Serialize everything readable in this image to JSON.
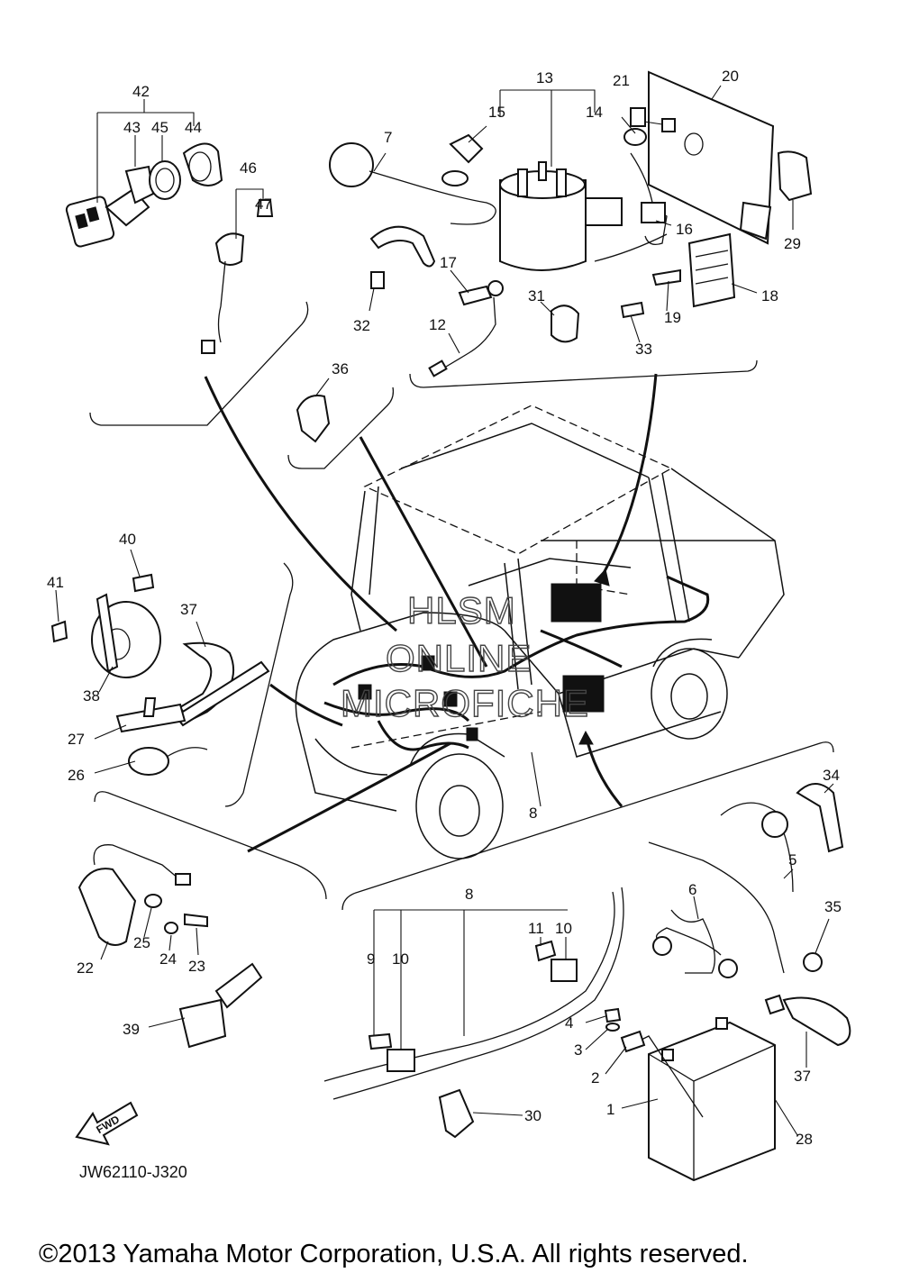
{
  "diagram": {
    "watermark": [
      "HLSM",
      "ONLINE",
      "MICROFICHE"
    ],
    "drawing_code": "JW62110-J320",
    "fwd_label": "FWD",
    "copyright": "©2013 Yamaha Motor Corporation, U.S.A. All rights reserved.",
    "callouts": {
      "p1": "1",
      "p2": "2",
      "p3": "3",
      "p4": "4",
      "p5": "5",
      "p6": "6",
      "p7": "7",
      "p8a": "8",
      "p8b": "8",
      "p9": "9",
      "p10a": "10",
      "p10b": "10",
      "p11": "11",
      "p12": "12",
      "p13": "13",
      "p14": "14",
      "p15": "15",
      "p16": "16",
      "p17": "17",
      "p18": "18",
      "p19": "19",
      "p20": "20",
      "p21": "21",
      "p22": "22",
      "p23": "23",
      "p24": "24",
      "p25": "25",
      "p26": "26",
      "p27": "27",
      "p28": "28",
      "p29": "29",
      "p30": "30",
      "p31": "31",
      "p32": "32",
      "p33": "33",
      "p34": "34",
      "p35": "35",
      "p36": "36",
      "p37a": "37",
      "p37b": "37",
      "p38": "38",
      "p39": "39",
      "p40": "40",
      "p41": "41",
      "p42": "42",
      "p43": "43",
      "p44": "44",
      "p45": "45",
      "p46": "46",
      "p47": "47"
    }
  }
}
